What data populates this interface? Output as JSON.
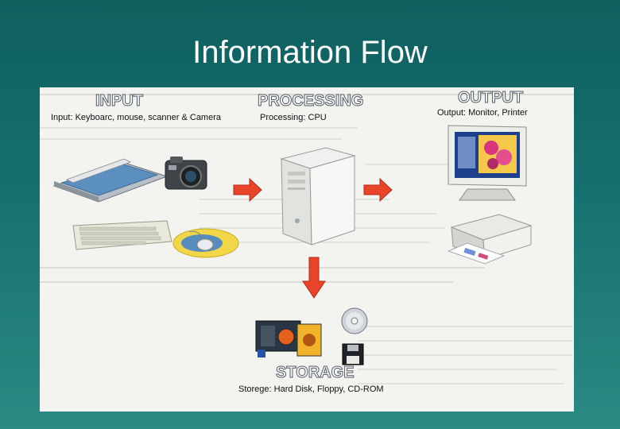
{
  "title": "Information Flow",
  "input": {
    "heading": "INPUT",
    "caption": "Input: Keyboarc, mouse, scanner & Camera"
  },
  "processing": {
    "heading": "PROCESSING",
    "caption": "Processing: CPU"
  },
  "output": {
    "heading": "OUTPUT",
    "caption": "Output: Monitor, Printer"
  },
  "storage": {
    "heading": "STORAGE",
    "caption": "Storege: Hard Disk, Floppy, CD-ROM"
  },
  "colors": {
    "arrow": "#e8442a",
    "background": "#156b6a",
    "panel": "#f3f3f0"
  }
}
